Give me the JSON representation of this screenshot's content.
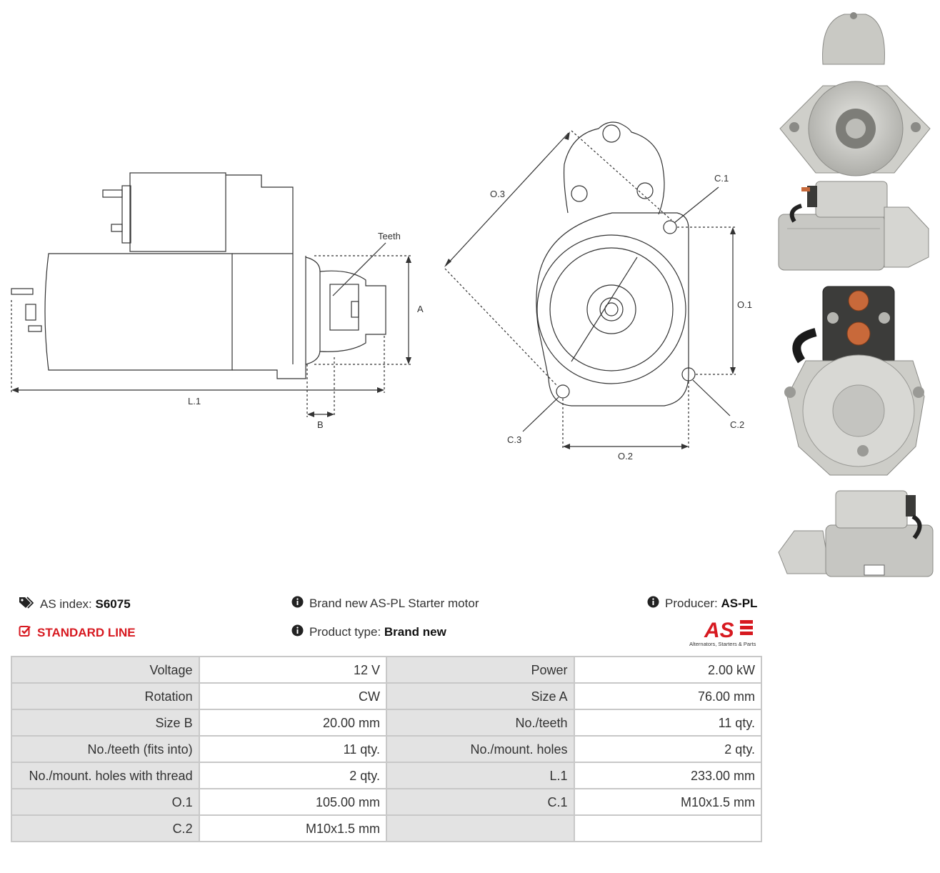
{
  "drawing_labels": {
    "teeth": "Teeth",
    "a": "A",
    "b": "B",
    "l1": "L.1",
    "o1": "O.1",
    "o2": "O.2",
    "o3": "O.3",
    "c1": "C.1",
    "c2": "C.2",
    "c3": "C.3"
  },
  "header": {
    "as_index_label": "AS index:",
    "as_index_value": "S6075",
    "line_label": "STANDARD LINE",
    "description": "Brand new AS-PL Starter motor",
    "product_type_label": "Product type:",
    "product_type_value": "Brand new",
    "producer_label": "Producer:",
    "producer_value": "AS-PL"
  },
  "logo": {
    "mark": "AS",
    "tagline": "Alternators, Starters & Parts"
  },
  "colors": {
    "accent_red": "#d71920",
    "key_cell_bg": "#e3e3e3",
    "border": "#c8c8c8"
  },
  "specs": [
    [
      {
        "k": "Voltage",
        "v": "12 V"
      },
      {
        "k": "Power",
        "v": "2.00 kW"
      }
    ],
    [
      {
        "k": "Rotation",
        "v": "CW"
      },
      {
        "k": "Size A",
        "v": "76.00 mm"
      }
    ],
    [
      {
        "k": "Size B",
        "v": "20.00 mm"
      },
      {
        "k": "No./teeth",
        "v": "11 qty."
      }
    ],
    [
      {
        "k": "No./teeth (fits into)",
        "v": "11 qty."
      },
      {
        "k": "No./mount. holes",
        "v": "2 qty."
      }
    ],
    [
      {
        "k": "No./mount. holes with thread",
        "v": "2 qty."
      },
      {
        "k": "L.1",
        "v": "233.00 mm"
      }
    ],
    [
      {
        "k": "O.1",
        "v": "105.00 mm"
      },
      {
        "k": "C.1",
        "v": "M10x1.5 mm"
      }
    ],
    [
      {
        "k": "C.2",
        "v": "M10x1.5 mm"
      },
      {
        "k": "",
        "v": ""
      }
    ]
  ]
}
